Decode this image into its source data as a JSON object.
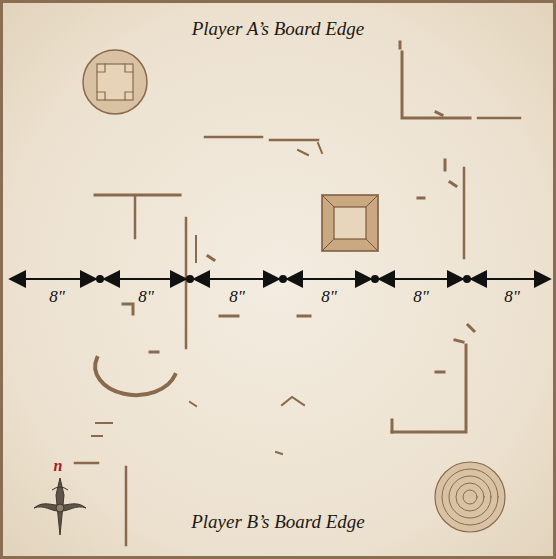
{
  "diagram": {
    "labels": [
      "Player A’s Board Edge",
      "8\"",
      "8\"",
      "8\"",
      "8\"",
      "8\"",
      "8\"",
      "Player B’s Board Edge",
      "n"
    ]
  }
}
